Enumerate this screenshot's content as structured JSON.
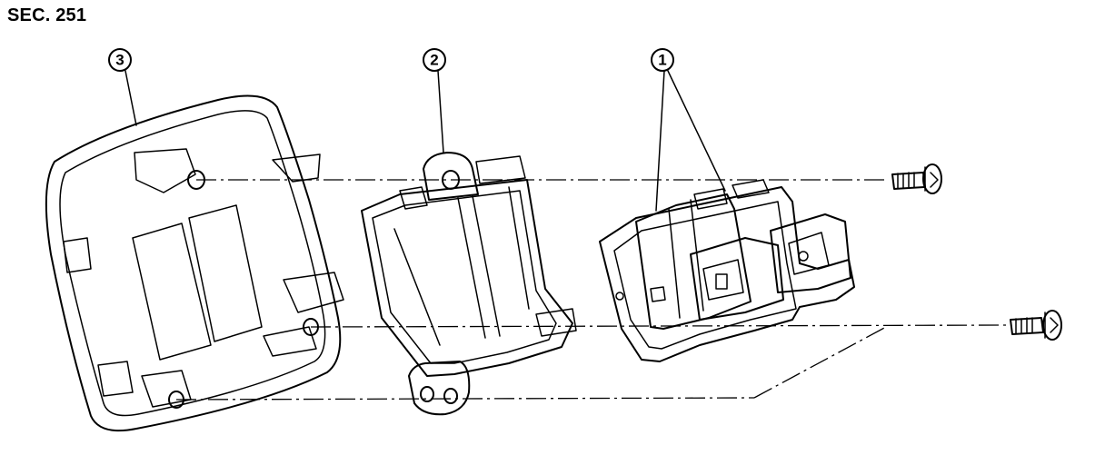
{
  "section_label": "SEC. 251",
  "callouts": [
    {
      "id": "1",
      "text": "1"
    },
    {
      "id": "2",
      "text": "2"
    },
    {
      "id": "3",
      "text": "3"
    }
  ],
  "parts": [
    {
      "callout": "3",
      "icon": "finisher-panel-icon"
    },
    {
      "callout": "2",
      "icon": "bracket-icon"
    },
    {
      "callout": "1",
      "icon": "switch-assembly-icon"
    },
    {
      "callout": "",
      "icon": "screw-icon"
    },
    {
      "callout": "",
      "icon": "screw-icon"
    }
  ],
  "colors": {
    "line": "#000000",
    "background": "#ffffff"
  }
}
